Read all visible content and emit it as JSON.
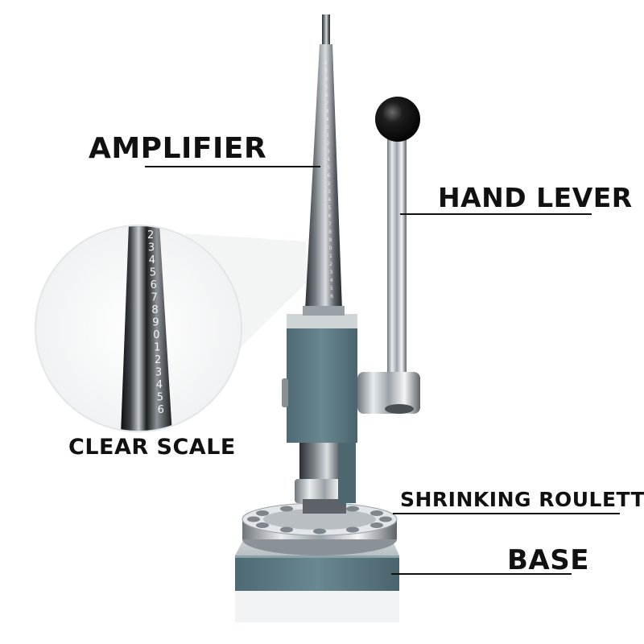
{
  "labels": {
    "amplifier": "AMPLIFIER",
    "hand_lever": "HAND LEVER",
    "clear_scale": "CLEAR SCALE",
    "shrinking_roulette": "SHRINKING ROULETTE",
    "base": "BASE"
  },
  "scale_zoom_digits": [
    "2",
    "3",
    "4",
    "5",
    "6",
    "7",
    "8",
    "9",
    "0",
    "1",
    "2",
    "3",
    "4",
    "5",
    "6"
  ],
  "colors": {
    "body_blue_gray": "#5d7a84",
    "steel": "#c8ccd0",
    "knob": "#151515",
    "line": "#111111"
  }
}
